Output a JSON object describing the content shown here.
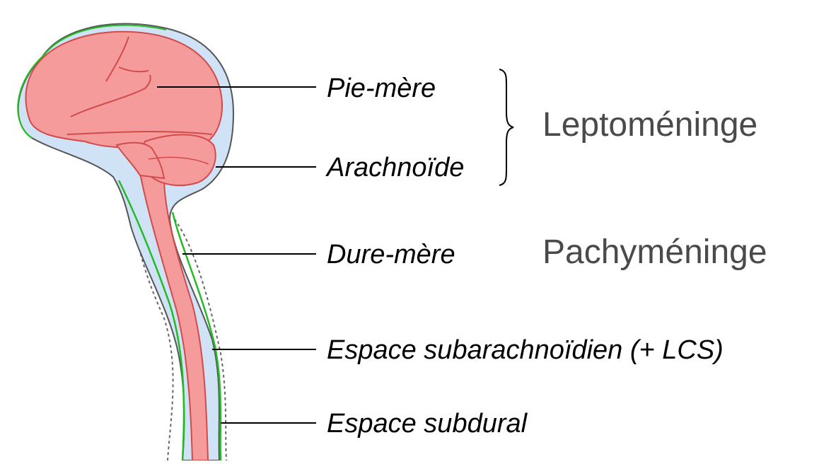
{
  "colors": {
    "tissue_fill": "#f59b9b",
    "tissue_stroke": "#d24b4b",
    "csf_fill": "#cfe2f6",
    "dura_line": "#22bb22",
    "outer_line": "#555555",
    "label_text": "#000000",
    "group_text": "#4a4a4a"
  },
  "labels": {
    "pia_mater": "Pie-mère",
    "arachnoid": "Arachnoïde",
    "dura_mater": "Dure-mère",
    "subarachnoid_space": "Espace subarachnoïdien (+ LCS)",
    "subdural_space": "Espace subdural"
  },
  "groups": {
    "leptomeninges": "Leptoméninge",
    "pachymeninges": "Pachyméninge"
  }
}
